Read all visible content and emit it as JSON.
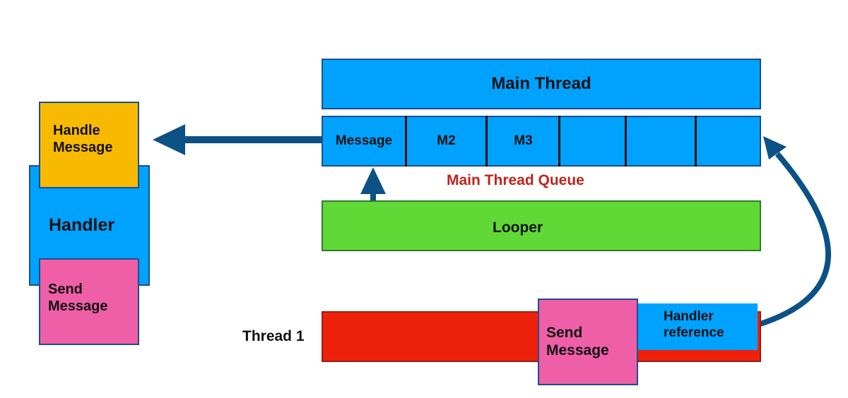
{
  "main_thread": {
    "title": "Main Thread"
  },
  "queue": {
    "caption": "Main Thread Queue",
    "cells": [
      "Message",
      "M2",
      "M3",
      "",
      "",
      ""
    ]
  },
  "looper": {
    "label": "Looper"
  },
  "thread1": {
    "label": "Thread 1",
    "send_message": "Send\nMessage",
    "handler_reference": "Handler\nreference"
  },
  "handler": {
    "label": "Handler",
    "handle_message": "Handle\nMessage",
    "send_message": "Send\nMessage"
  },
  "colors": {
    "thread_blue": "#00a2ff",
    "looper_green": "#60d937",
    "thread1_red": "#ee220c",
    "handle_yellow": "#f8ba00",
    "send_pink": "#ef5fa7",
    "arrow_navy": "#0b5185",
    "caption_red": "#c0241b"
  }
}
